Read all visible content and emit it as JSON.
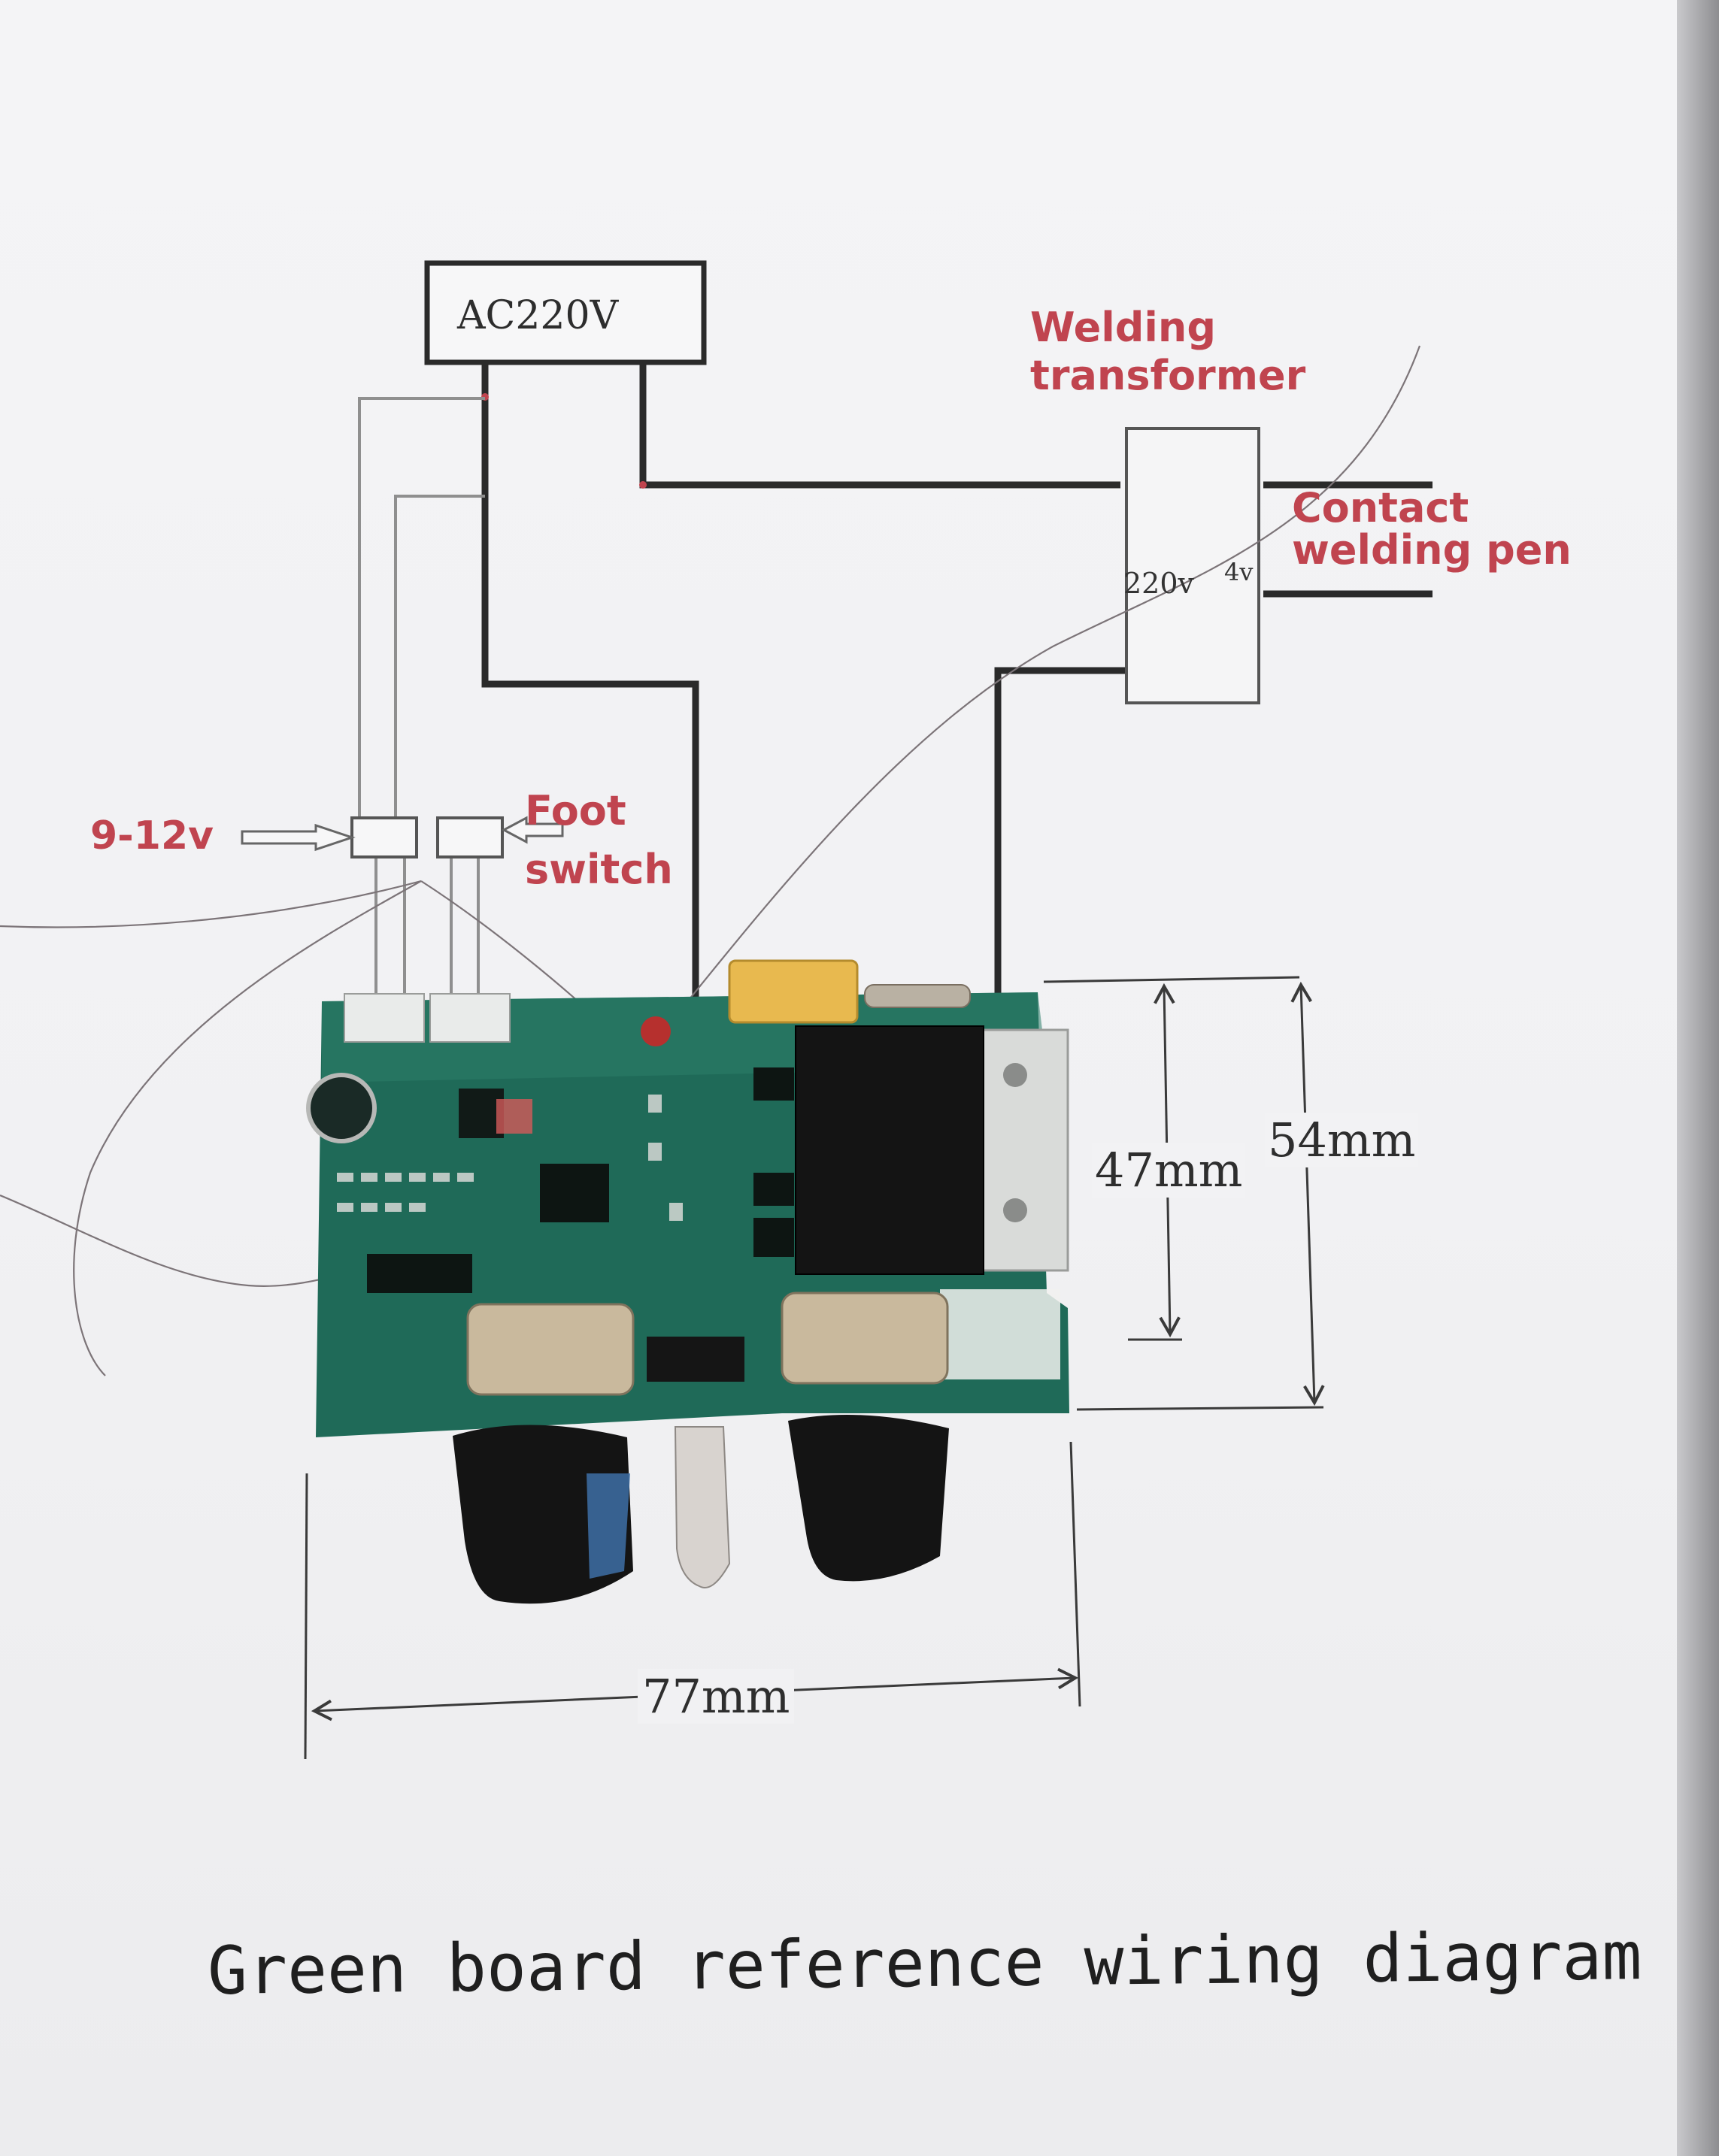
{
  "diagram": {
    "supply_label": "AC220V",
    "transformer_label": [
      "Welding",
      "transformer"
    ],
    "primary_voltage": "220v",
    "secondary_voltage": "4v",
    "pen_label": [
      "Contact",
      "welding pen"
    ],
    "control_voltage": "9-12v",
    "foot_switch_label": [
      "Foot",
      "switch"
    ]
  },
  "dimensions": {
    "height_inner": "47mm",
    "height_outer": "54mm",
    "width": "77mm"
  },
  "caption": "Green board reference wiring diagram",
  "colors": {
    "paper": "#f2f2f4",
    "label_red": "#c0444f",
    "wire": "#2a2a2a",
    "thin_wire": "#8f8f8f",
    "board_green": "#1f6a58",
    "knob": "#141414"
  }
}
